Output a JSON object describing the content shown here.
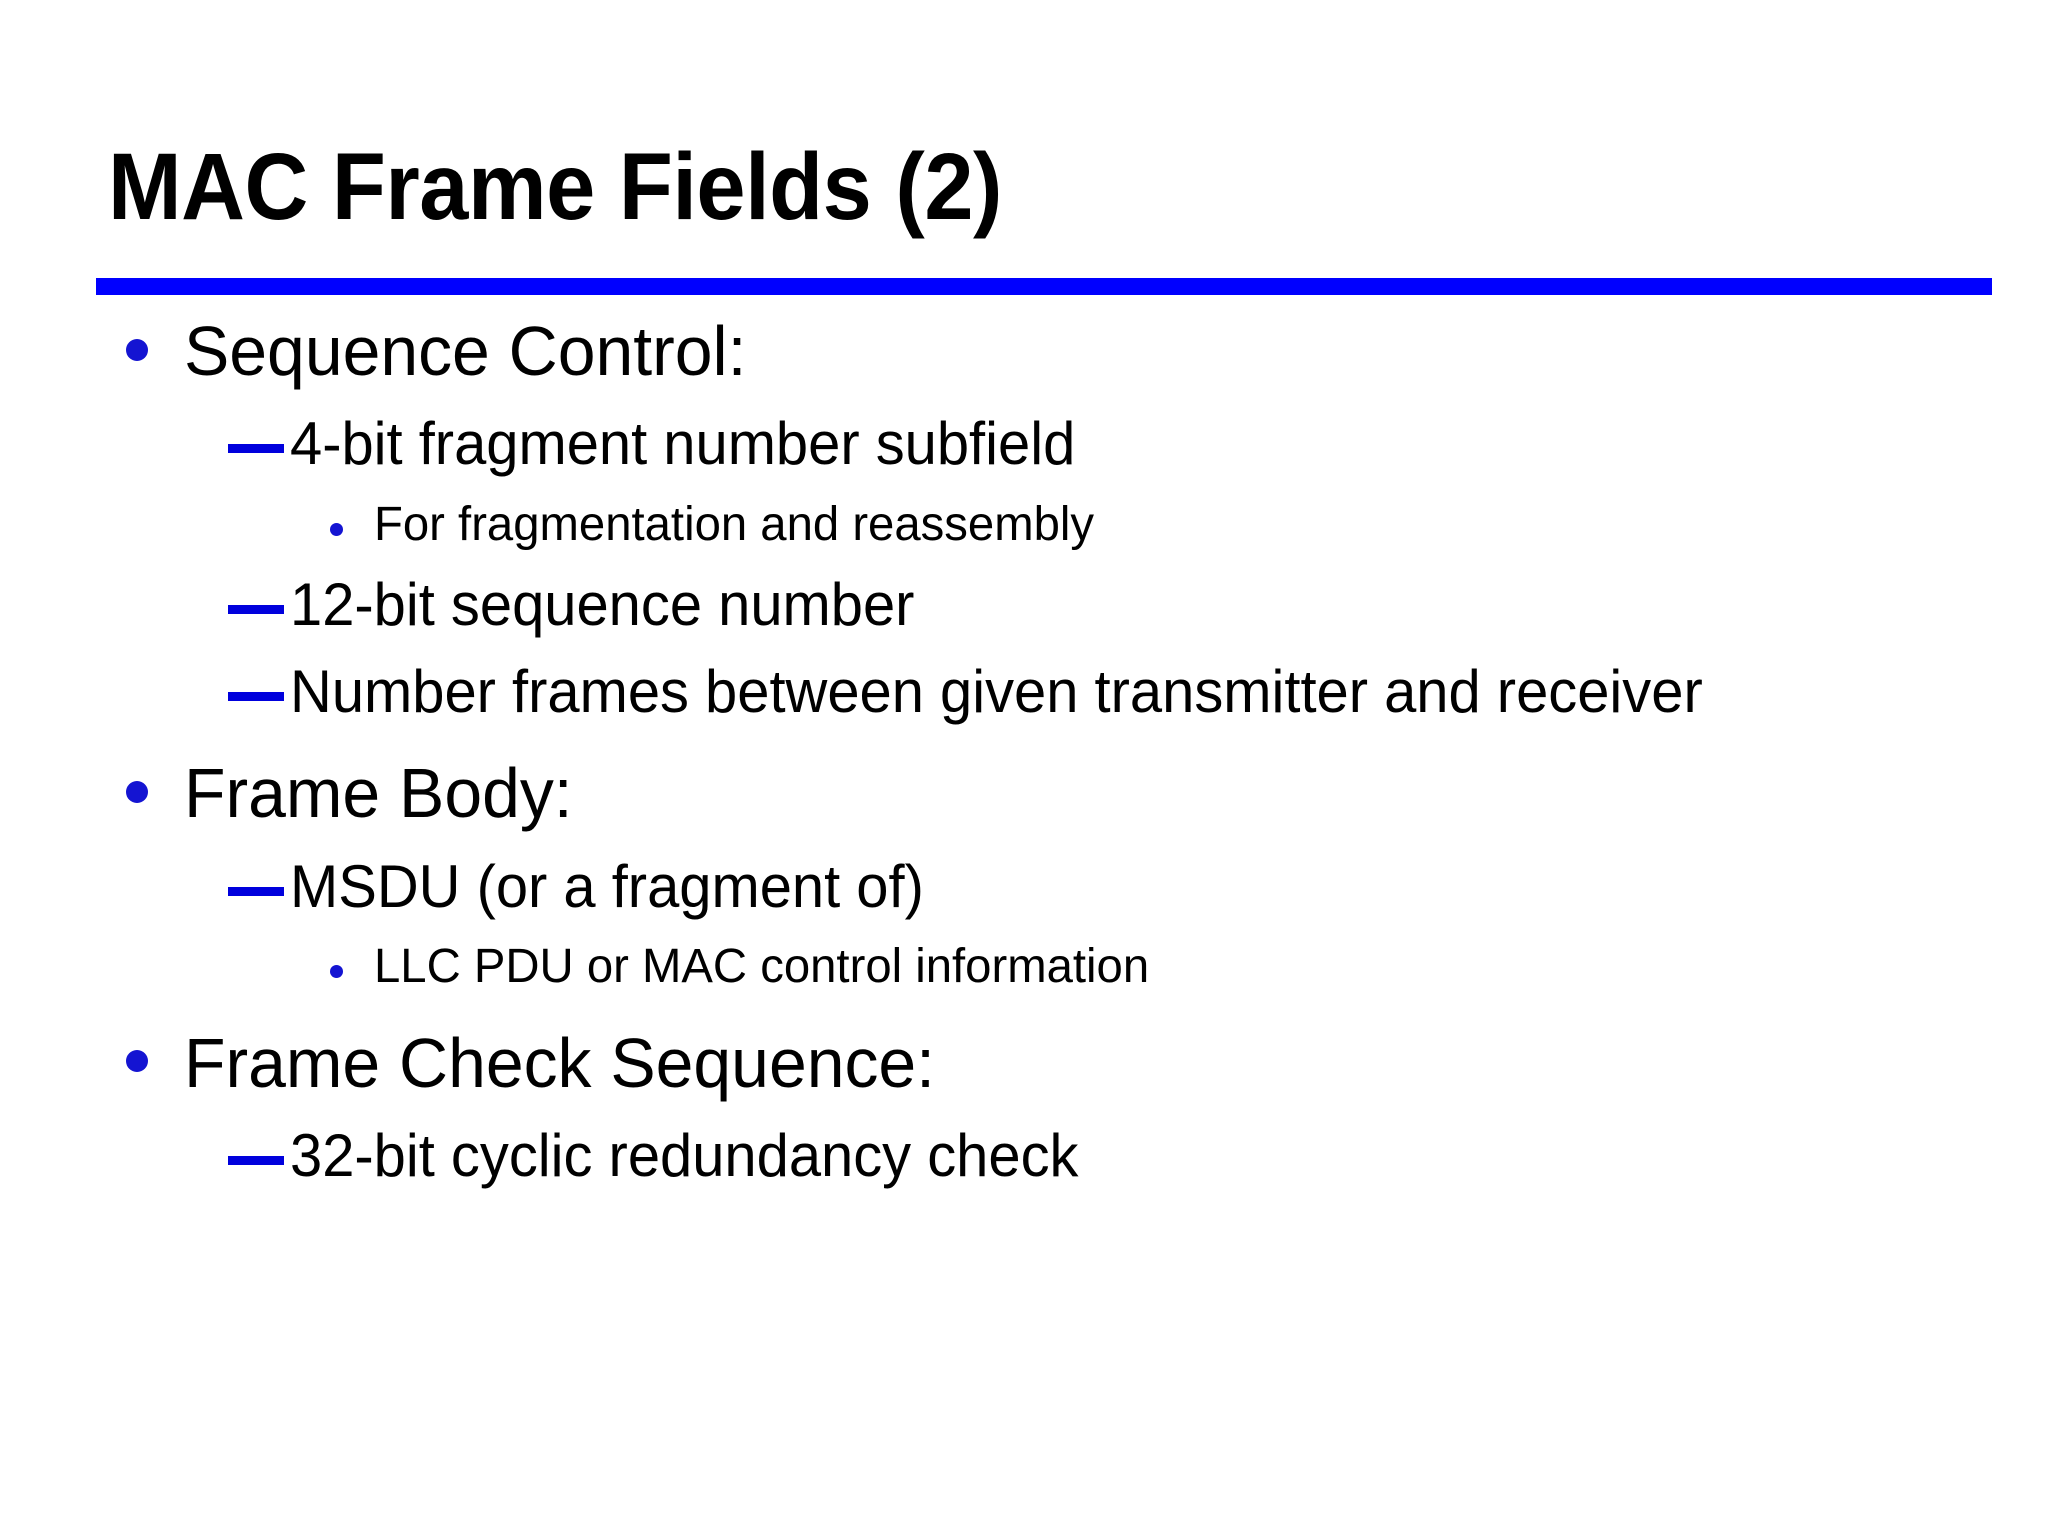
{
  "slide": {
    "title": "MAC Frame Fields (2)",
    "rule_color": "#0000ff",
    "bullet_color": "#1414d2",
    "text_color": "#000000",
    "background_color": "#ffffff",
    "markers": {
      "level1": "round-bullet",
      "level2": "em-dash",
      "level3": "small-round-bullet"
    },
    "content": [
      {
        "level": 1,
        "text": "Sequence Control:"
      },
      {
        "level": 2,
        "text": "4-bit fragment number subfield"
      },
      {
        "level": 3,
        "text": "For fragmentation and reassembly"
      },
      {
        "level": 2,
        "text": "12-bit sequence number"
      },
      {
        "level": 2,
        "text": "Number frames between given transmitter and receiver"
      },
      {
        "level": 1,
        "text": "Frame Body:"
      },
      {
        "level": 2,
        "text": "MSDU (or a fragment of)"
      },
      {
        "level": 3,
        "text": "LLC PDU or MAC control information"
      },
      {
        "level": 1,
        "text": "Frame Check Sequence:"
      },
      {
        "level": 2,
        "text": "32-bit cyclic redundancy check"
      }
    ]
  }
}
